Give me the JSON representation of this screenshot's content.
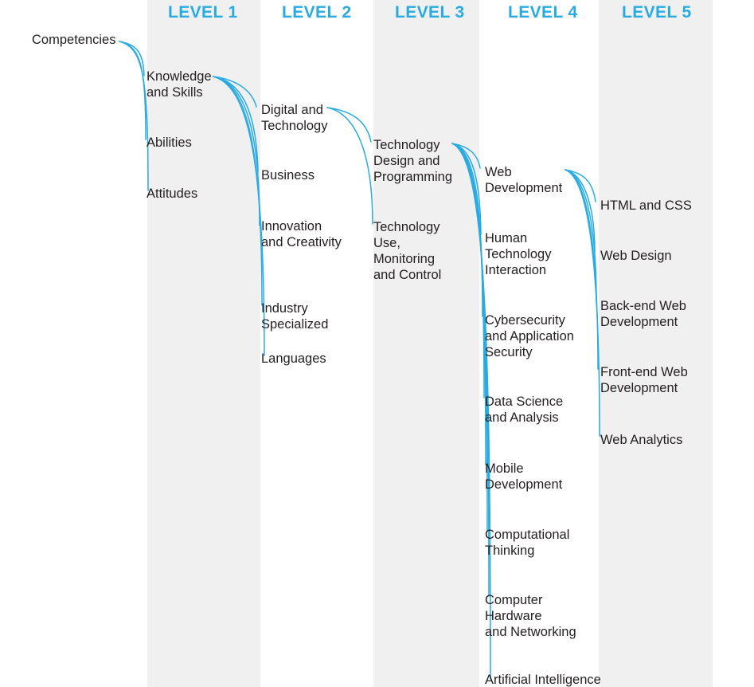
{
  "diagram": {
    "title": "Competency Framework Levels",
    "accent_color": "#29abe2",
    "text_color": "#231f20",
    "band_color": "#f0f0f0",
    "background_color": "#ffffff"
  },
  "level_headers": [
    {
      "label": "LEVEL 1"
    },
    {
      "label": "LEVEL 2"
    },
    {
      "label": "LEVEL 3"
    },
    {
      "label": "LEVEL 4"
    },
    {
      "label": "LEVEL 5"
    }
  ],
  "root": {
    "label": "Competencies"
  },
  "level1": [
    {
      "label": "Knowledge\nand Skills"
    },
    {
      "label": "Abilities"
    },
    {
      "label": "Attitudes"
    }
  ],
  "level2": [
    {
      "label": "Digital and\nTechnology"
    },
    {
      "label": "Business"
    },
    {
      "label": "Innovation\nand Creativity"
    },
    {
      "label": "Industry\nSpecialized"
    },
    {
      "label": "Languages"
    }
  ],
  "level3": [
    {
      "label": "Technology\nDesign and\nProgramming"
    },
    {
      "label": "Technology\nUse,\nMonitoring\nand Control"
    }
  ],
  "level4": [
    {
      "label": "Web\nDevelopment"
    },
    {
      "label": "Human\nTechnology\nInteraction"
    },
    {
      "label": "Cybersecurity\nand Application\nSecurity"
    },
    {
      "label": "Data Science\nand Analysis"
    },
    {
      "label": "Mobile\nDevelopment"
    },
    {
      "label": "Computational\nThinking"
    },
    {
      "label": "Computer\nHardware\nand Networking"
    },
    {
      "label": "Artificial Intelligence"
    }
  ],
  "level5": [
    {
      "label": "HTML and CSS"
    },
    {
      "label": "Web Design"
    },
    {
      "label": "Back-end Web\nDevelopment"
    },
    {
      "label": "Front-end Web\nDevelopment"
    },
    {
      "label": "Web Analytics"
    }
  ]
}
